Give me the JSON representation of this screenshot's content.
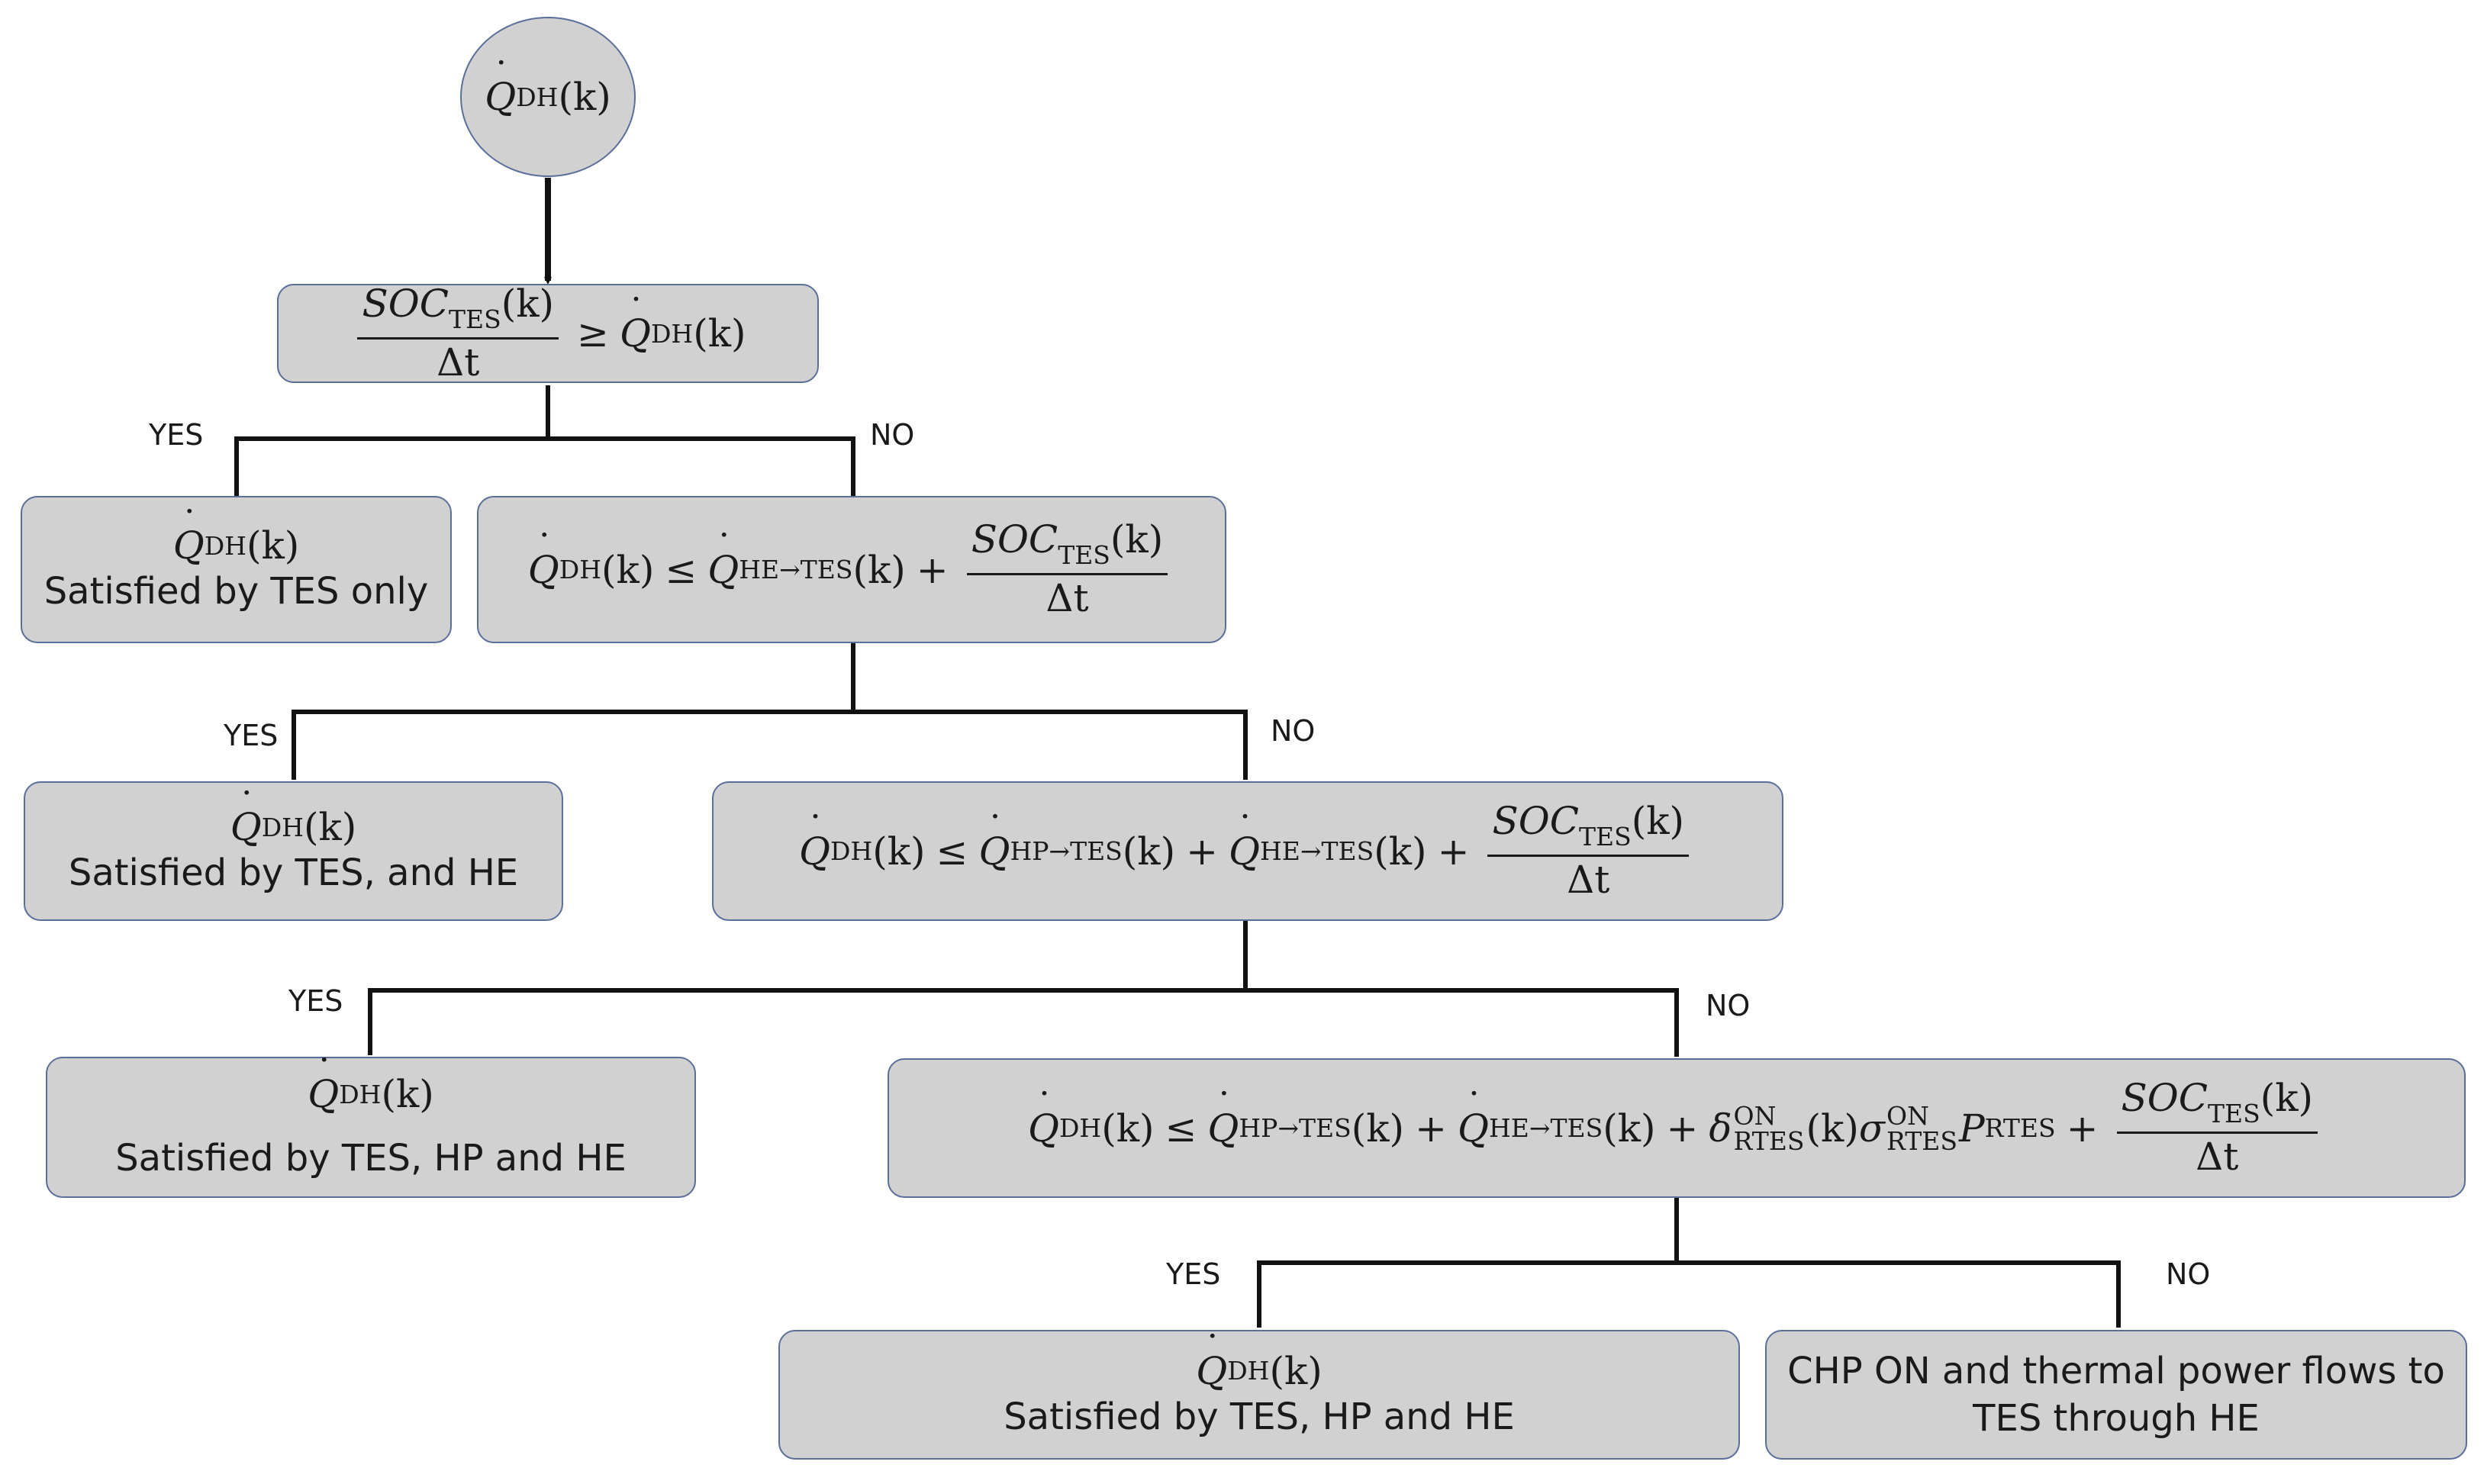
{
  "start": {
    "qdh": "Q",
    "qdh_sub": "DH",
    "arg": "(k)"
  },
  "decisions": {
    "d1": {
      "soc": "SOC",
      "soc_sub": "TES",
      "arg": "(k)",
      "den": "Δt",
      "op": "≥",
      "q": "Q",
      "q_sub": "DH",
      "qarg": "(k)"
    },
    "d2": {
      "q": "Q",
      "q_sub": "DH",
      "arg": "(k)",
      "op": "≤",
      "q2": "Q",
      "q2_sub": "HE→TES",
      "arg2": "(k)",
      "plus": "+",
      "soc": "SOC",
      "soc_sub": "TES",
      "socarg": "(k)",
      "den": "Δt"
    },
    "d3": {
      "q": "Q",
      "q_sub": "DH",
      "arg": "(k)",
      "op": "≤",
      "q2": "Q",
      "q2_sub": "HP→TES",
      "arg2": "(k)",
      "plus": "+",
      "q3": "Q",
      "q3_sub": "HE→TES",
      "arg3": "(k)",
      "plus2": "+",
      "soc": "SOC",
      "soc_sub": "TES",
      "socarg": "(k)",
      "den": "Δt"
    },
    "d4": {
      "q": "Q",
      "q_sub": "DH",
      "arg": "(k)",
      "op": "≤",
      "q2": "Q",
      "q2_sub": "HP→TES",
      "arg2": "(k)",
      "plus": "+",
      "q3": "Q",
      "q3_sub": "HE→TES",
      "arg3": "(k)",
      "plus2": "+",
      "delta": "δ",
      "delta_sup": "ON",
      "delta_sub": "RTES",
      "darg": "(k)",
      "sigma": "σ",
      "sigma_sup": "ON",
      "sigma_sub": "RTES",
      "p": "P",
      "p_sub": "RTES",
      "plus3": "+",
      "soc": "SOC",
      "soc_sub": "TES",
      "socarg": "(k)",
      "den": "Δt"
    }
  },
  "results": {
    "r1": {
      "q": "Q",
      "q_sub": "DH",
      "arg": "(k)",
      "text": "Satisfied by TES only"
    },
    "r2": {
      "q": "Q",
      "q_sub": "DH",
      "arg": "(k)",
      "text": "Satisfied by TES, and HE"
    },
    "r3": {
      "q": "Q",
      "q_sub": "DH",
      "arg": "(k)",
      "text": "Satisfied by TES, HP and HE"
    },
    "r4": {
      "q": "Q",
      "q_sub": "DH",
      "arg": "(k)",
      "text": "Satisfied by TES, HP and HE"
    },
    "r5": {
      "line1": "CHP ON and thermal power flows to",
      "line2": "TES through HE"
    }
  },
  "labels": {
    "yes": "YES",
    "no": "NO"
  },
  "colors": {
    "box_fill": "#d2d1d2",
    "box_border": "#5b6f9a",
    "line": "#111111"
  }
}
